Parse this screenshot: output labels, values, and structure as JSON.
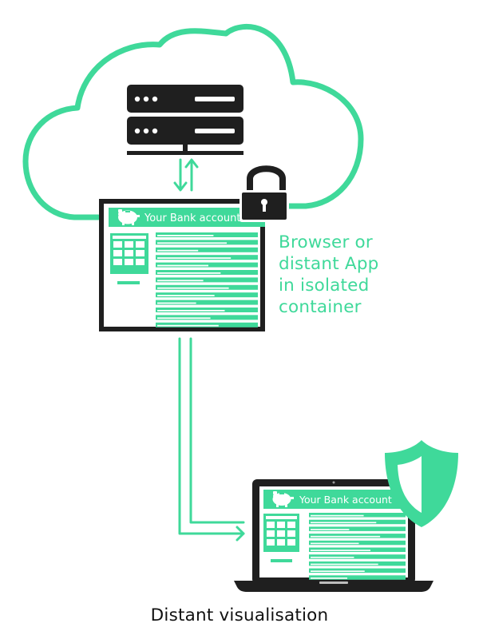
{
  "colors": {
    "accent": "#3fd99a",
    "dark": "#1f1f1f",
    "white": "#ffffff"
  },
  "icons": {
    "cloud": "cloud-icon",
    "server": "server-icon",
    "lock": "padlock-icon",
    "shield": "shield-icon",
    "laptop": "laptop-icon",
    "piggy_bank": "piggy-bank-icon",
    "keypad": "keypad-icon",
    "arrows": "bidirectional-arrows-icon"
  },
  "browser_window": {
    "header_text": "Your Bank account"
  },
  "side_caption": {
    "lines": [
      "Browser or",
      "distant App",
      "in isolated",
      "container"
    ]
  },
  "laptop_screen": {
    "header_text": "Your Bank account"
  },
  "bottom_caption": {
    "text": "Distant visualisation"
  }
}
